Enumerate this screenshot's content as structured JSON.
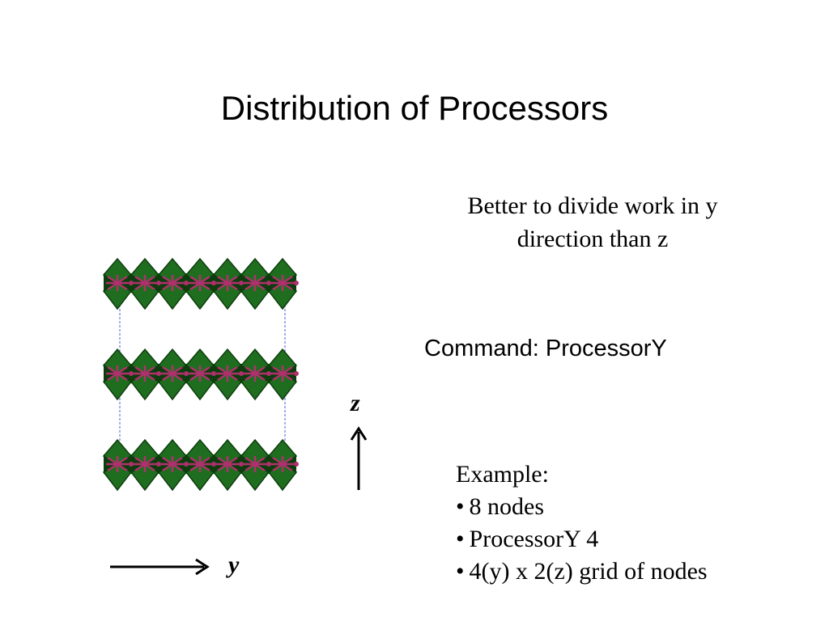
{
  "slide": {
    "title": "Distribution of Processors",
    "note_lines": [
      "Better to divide work in y",
      "direction than z"
    ],
    "command": "Command: ProcessorY",
    "example": {
      "heading": "Example:",
      "bullet_glyph": "•",
      "items": [
        "8 nodes",
        "ProcessorY 4",
        "4(y) x 2(z) grid of nodes"
      ]
    },
    "axes": {
      "z_label": "z",
      "y_label": "y"
    }
  },
  "figure": {
    "layer_count": 3,
    "units_per_layer": 7,
    "colors": {
      "polyhedra": "#1f6e1f",
      "polyhedra_dark": "#0d3d0d",
      "links": "#b0306e",
      "cell_edge": "#4a5fd8"
    }
  }
}
